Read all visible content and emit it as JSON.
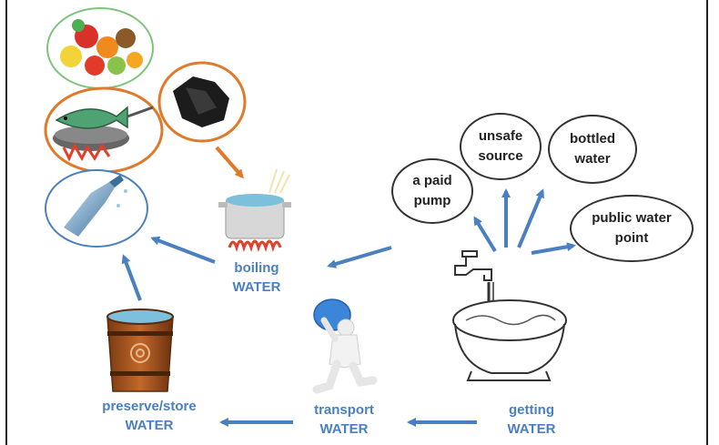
{
  "labels": {
    "boiling": [
      "boiling",
      "WATER"
    ],
    "transport": [
      "transport",
      "WATER"
    ],
    "getting": [
      "getting",
      "WATER"
    ],
    "preserve": [
      "preserve/store",
      "WATER"
    ]
  },
  "sources": {
    "paid_pump": [
      "a paid",
      "pump"
    ],
    "unsafe": [
      "unsafe",
      "source"
    ],
    "bottled": [
      "bottled",
      "water"
    ],
    "public": [
      "public water",
      "point"
    ]
  },
  "colors": {
    "arrow_blue": "#4a7fc0",
    "arrow_orange": "#e07a2a",
    "label_blue": "#4a7fc0",
    "ring_green": "#7cc47a",
    "ring_orange": "#e07a2a",
    "ring_blue": "#4a7fc0"
  },
  "icons": [
    "fruit-bowl-icon",
    "fish-cooking-icon",
    "charcoal-icon",
    "water-bottle-icon",
    "boiling-pot-icon",
    "wooden-bucket-icon",
    "person-carrying-water-icon",
    "tap-and-basin-icon"
  ]
}
